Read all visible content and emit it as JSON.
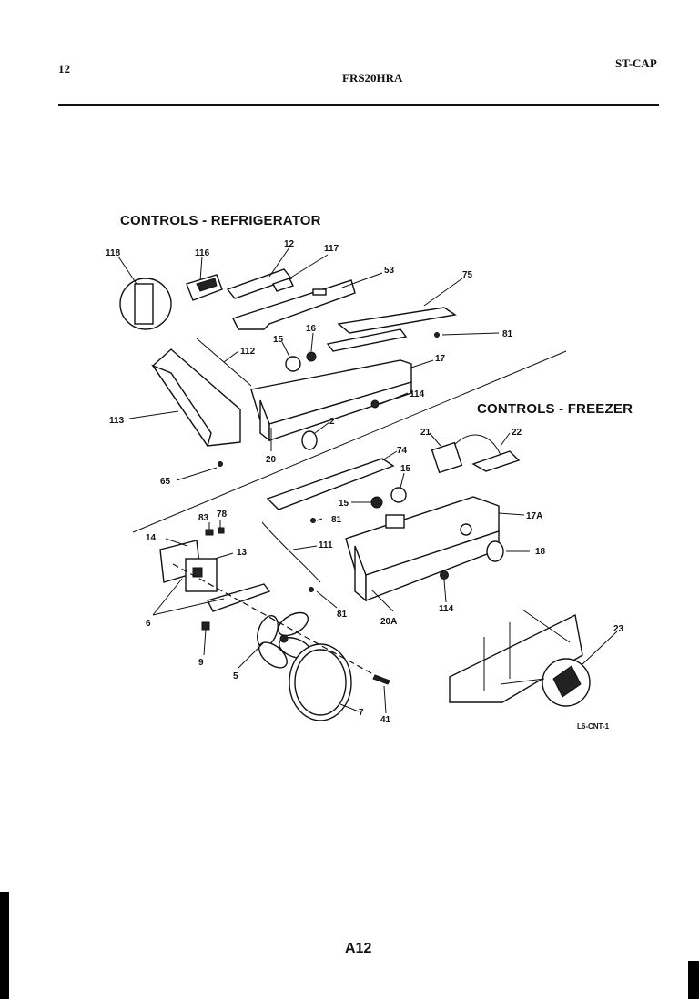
{
  "header": {
    "page_no": "12",
    "model": "FRS20HRA",
    "code": "ST-CAP"
  },
  "sections": {
    "refrigerator": "CONTROLS - REFRIGERATOR",
    "freezer": "CONTROLS - FREEZER"
  },
  "callouts": [
    "118",
    "116",
    "12",
    "117",
    "53",
    "75",
    "112",
    "16",
    "15",
    "81",
    "17",
    "113",
    "114",
    "2",
    "20",
    "65",
    "74",
    "21",
    "22",
    "15",
    "15",
    "81",
    "17A",
    "83",
    "78",
    "14",
    "13",
    "111",
    "18",
    "6",
    "9",
    "5",
    "7",
    "41",
    "81",
    "20A",
    "114",
    "23"
  ],
  "diagram_ref": "L6-CNT-1",
  "footer": {
    "page_code": "A12"
  }
}
